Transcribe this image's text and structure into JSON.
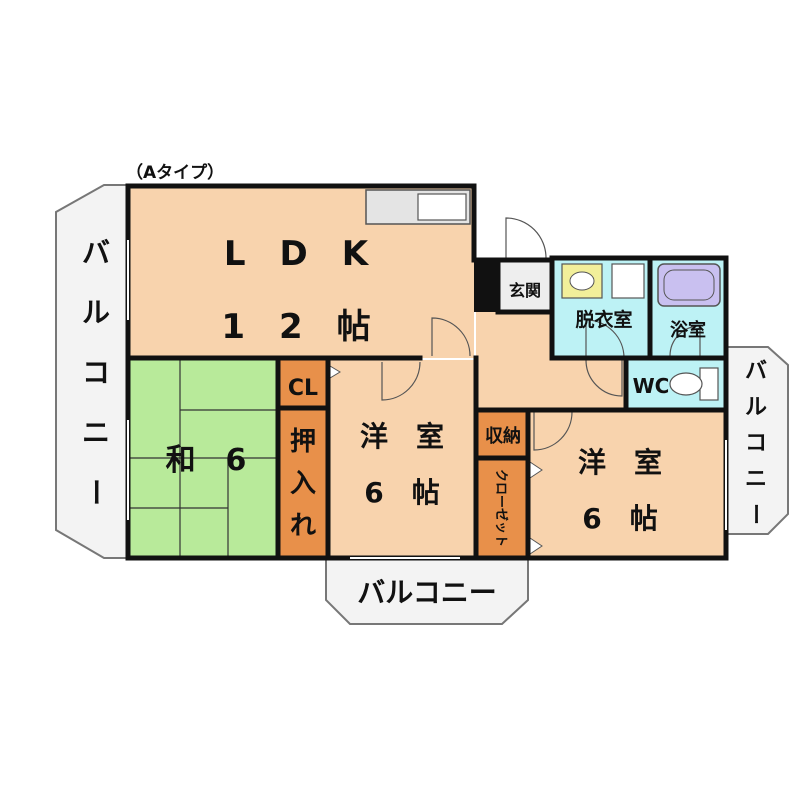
{
  "plan": {
    "type_label": "（Aタイプ）",
    "rooms": {
      "ldk": {
        "line1": "L　D　K",
        "line2": "1　2　帖"
      },
      "washitsu": {
        "label": "和　6"
      },
      "cl": {
        "label": "CL"
      },
      "oshiire": {
        "chars": [
          "押",
          "入",
          "れ"
        ]
      },
      "western_a": {
        "line1": "洋　室",
        "line2": "6　帖"
      },
      "shuno": {
        "label": "収納"
      },
      "closet": {
        "label": "クローゼット"
      },
      "western_b": {
        "line1": "洋　室",
        "line2": "6　帖"
      },
      "genkan": {
        "label": "玄関"
      },
      "datsuishitsu": {
        "label": "脱衣室"
      },
      "yokushitsu": {
        "label": "浴室"
      },
      "wc": {
        "label": "WC"
      }
    },
    "balconies": {
      "left": {
        "chars": [
          "バ",
          "ル",
          "コ",
          "ニ",
          "ー"
        ]
      },
      "bottom": {
        "label": "バルコニー"
      },
      "right": {
        "chars": [
          "バ",
          "ル",
          "コ",
          "ニ",
          "ー"
        ]
      }
    },
    "colors": {
      "ldk": "#f8d3ad",
      "western": "#f8d3ad",
      "washitsu": "#b8ea9a",
      "storage": "#e8904a",
      "wet": "#bdf2f5",
      "hall": "#f8d3ad",
      "balcony": "#f3f3f3",
      "wall": "#111111",
      "kitchen": "#e4e4e4",
      "bathtub": "#c9c0f0",
      "toilet_fixture": "#f2ef9a"
    }
  }
}
